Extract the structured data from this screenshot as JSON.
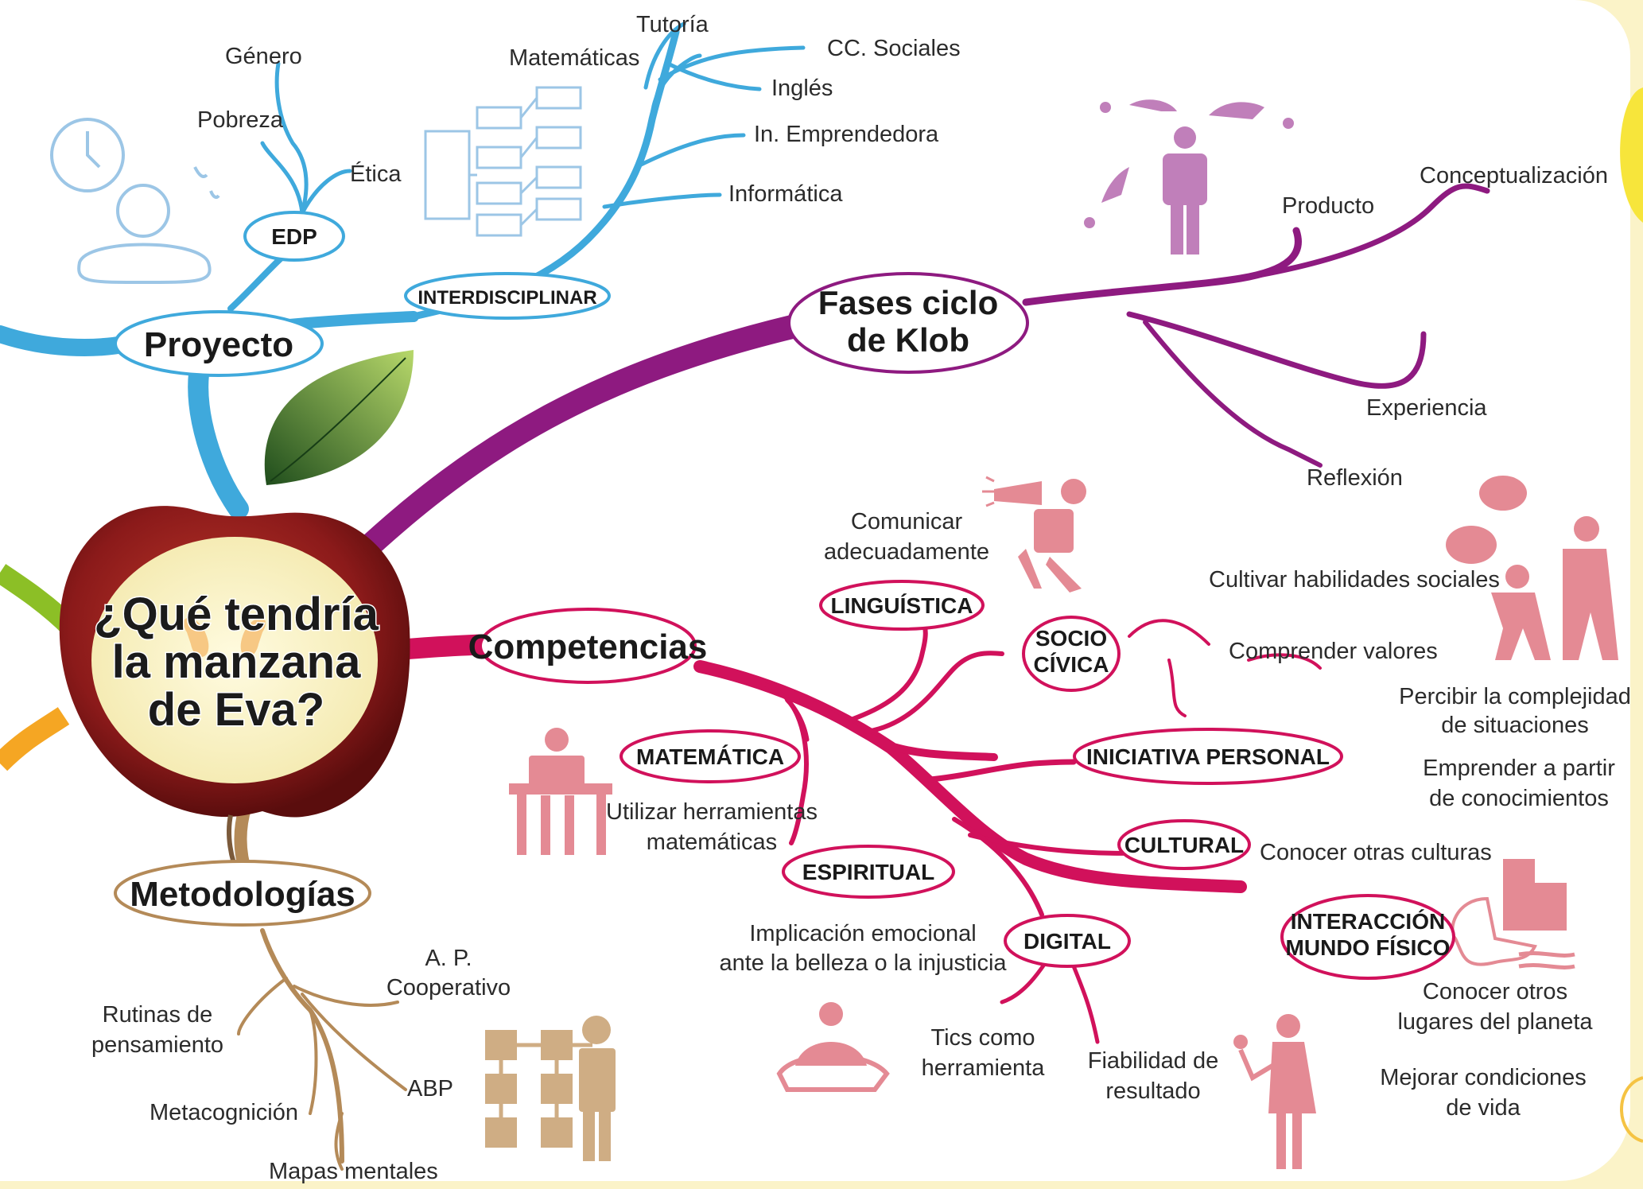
{
  "center": {
    "lines": [
      "¿Qué tendría",
      "la manzana",
      "de Eva?"
    ]
  },
  "branches": {
    "proyecto": {
      "title": "Proyecto",
      "edp": {
        "title": "EDP",
        "leaves": [
          "Género",
          "Pobreza",
          "Ética"
        ]
      },
      "interdisciplinar": {
        "title": "INTERDISCIPLINAR",
        "leaves": [
          "Matemáticas",
          "Tutoría",
          "CC. Sociales",
          "Inglés",
          "In. Emprendedora",
          "Informática"
        ]
      }
    },
    "klob": {
      "title_lines": [
        "Fases ciclo",
        "de Klob"
      ],
      "leaves": [
        "Producto",
        "Conceptualización",
        "Experiencia",
        "Reflexión"
      ]
    },
    "competencias": {
      "title": "Competencias",
      "linguistica": {
        "title": "LINGUÍSTICA",
        "leaf_lines": [
          "Comunicar",
          "adecuadamente"
        ]
      },
      "matematica": {
        "title": "MATEMÁTICA",
        "leaf_lines": [
          "Utilizar herramientas",
          "matemáticas"
        ]
      },
      "espiritual": {
        "title": "ESPIRITUAL",
        "leaf_lines": [
          "Implicación emocional",
          "ante la belleza o la injusticia"
        ]
      },
      "sociocivica": {
        "title_lines": [
          "SOCIO",
          "CÍVICA"
        ],
        "leaves": [
          "Cultivar habilidades sociales",
          "Comprender valores"
        ]
      },
      "iniciativa": {
        "title": "INICIATIVA PERSONAL",
        "leaf1_lines": [
          "Percibir la complejidad",
          "de situaciones"
        ],
        "leaf2_lines": [
          "Emprender a partir",
          "de conocimientos"
        ]
      },
      "cultural": {
        "title": "CULTURAL",
        "leaf": "Conocer otras culturas"
      },
      "interaccion": {
        "title_lines": [
          "INTERACCIÓN",
          "MUNDO FÍSICO"
        ],
        "leaf1_lines": [
          "Conocer otros",
          "lugares del planeta"
        ],
        "leaf2_lines": [
          "Mejorar condiciones",
          "de vida"
        ]
      },
      "digital": {
        "title": "DIGITAL",
        "leaf1_lines": [
          "Tics como",
          "herramienta"
        ],
        "leaf2_lines": [
          "Fiabilidad de",
          "resultado"
        ]
      }
    },
    "metodologias": {
      "title": "Metodologías",
      "ap_lines": [
        "A. P.",
        "Cooperativo"
      ],
      "rutinas_lines": [
        "Rutinas de",
        "pensamiento"
      ],
      "leaves": [
        "ABP",
        "Metacognición",
        "Mapas mentales"
      ]
    }
  },
  "colors": {
    "proyecto": "#3fa9dc",
    "klob": "#8e1a80",
    "competencias": "#d1115b",
    "metodologias": "#b48a58",
    "icon_pink": "#e48a94",
    "icon_purple": "#c07fba",
    "icon_blue": "#9cc6e6",
    "icon_tan": "#cfad84",
    "apple_red": "#8b1a1a",
    "apple_inner": "#fff8cf",
    "leaf": "#2f6a2c",
    "green_branch": "#8cbf26",
    "orange_branch": "#f5a623",
    "background": "#fbf3c8"
  },
  "icons": [
    "clock-icon",
    "meditating-person-icon",
    "flowchart-icon",
    "person-choices-icon",
    "leaf-icon",
    "megaphone-person-icon",
    "talking-people-icon",
    "reading-person-icon",
    "city-head-icon",
    "yoga-person-icon",
    "microphone-person-icon",
    "organization-chart-person-icon"
  ]
}
